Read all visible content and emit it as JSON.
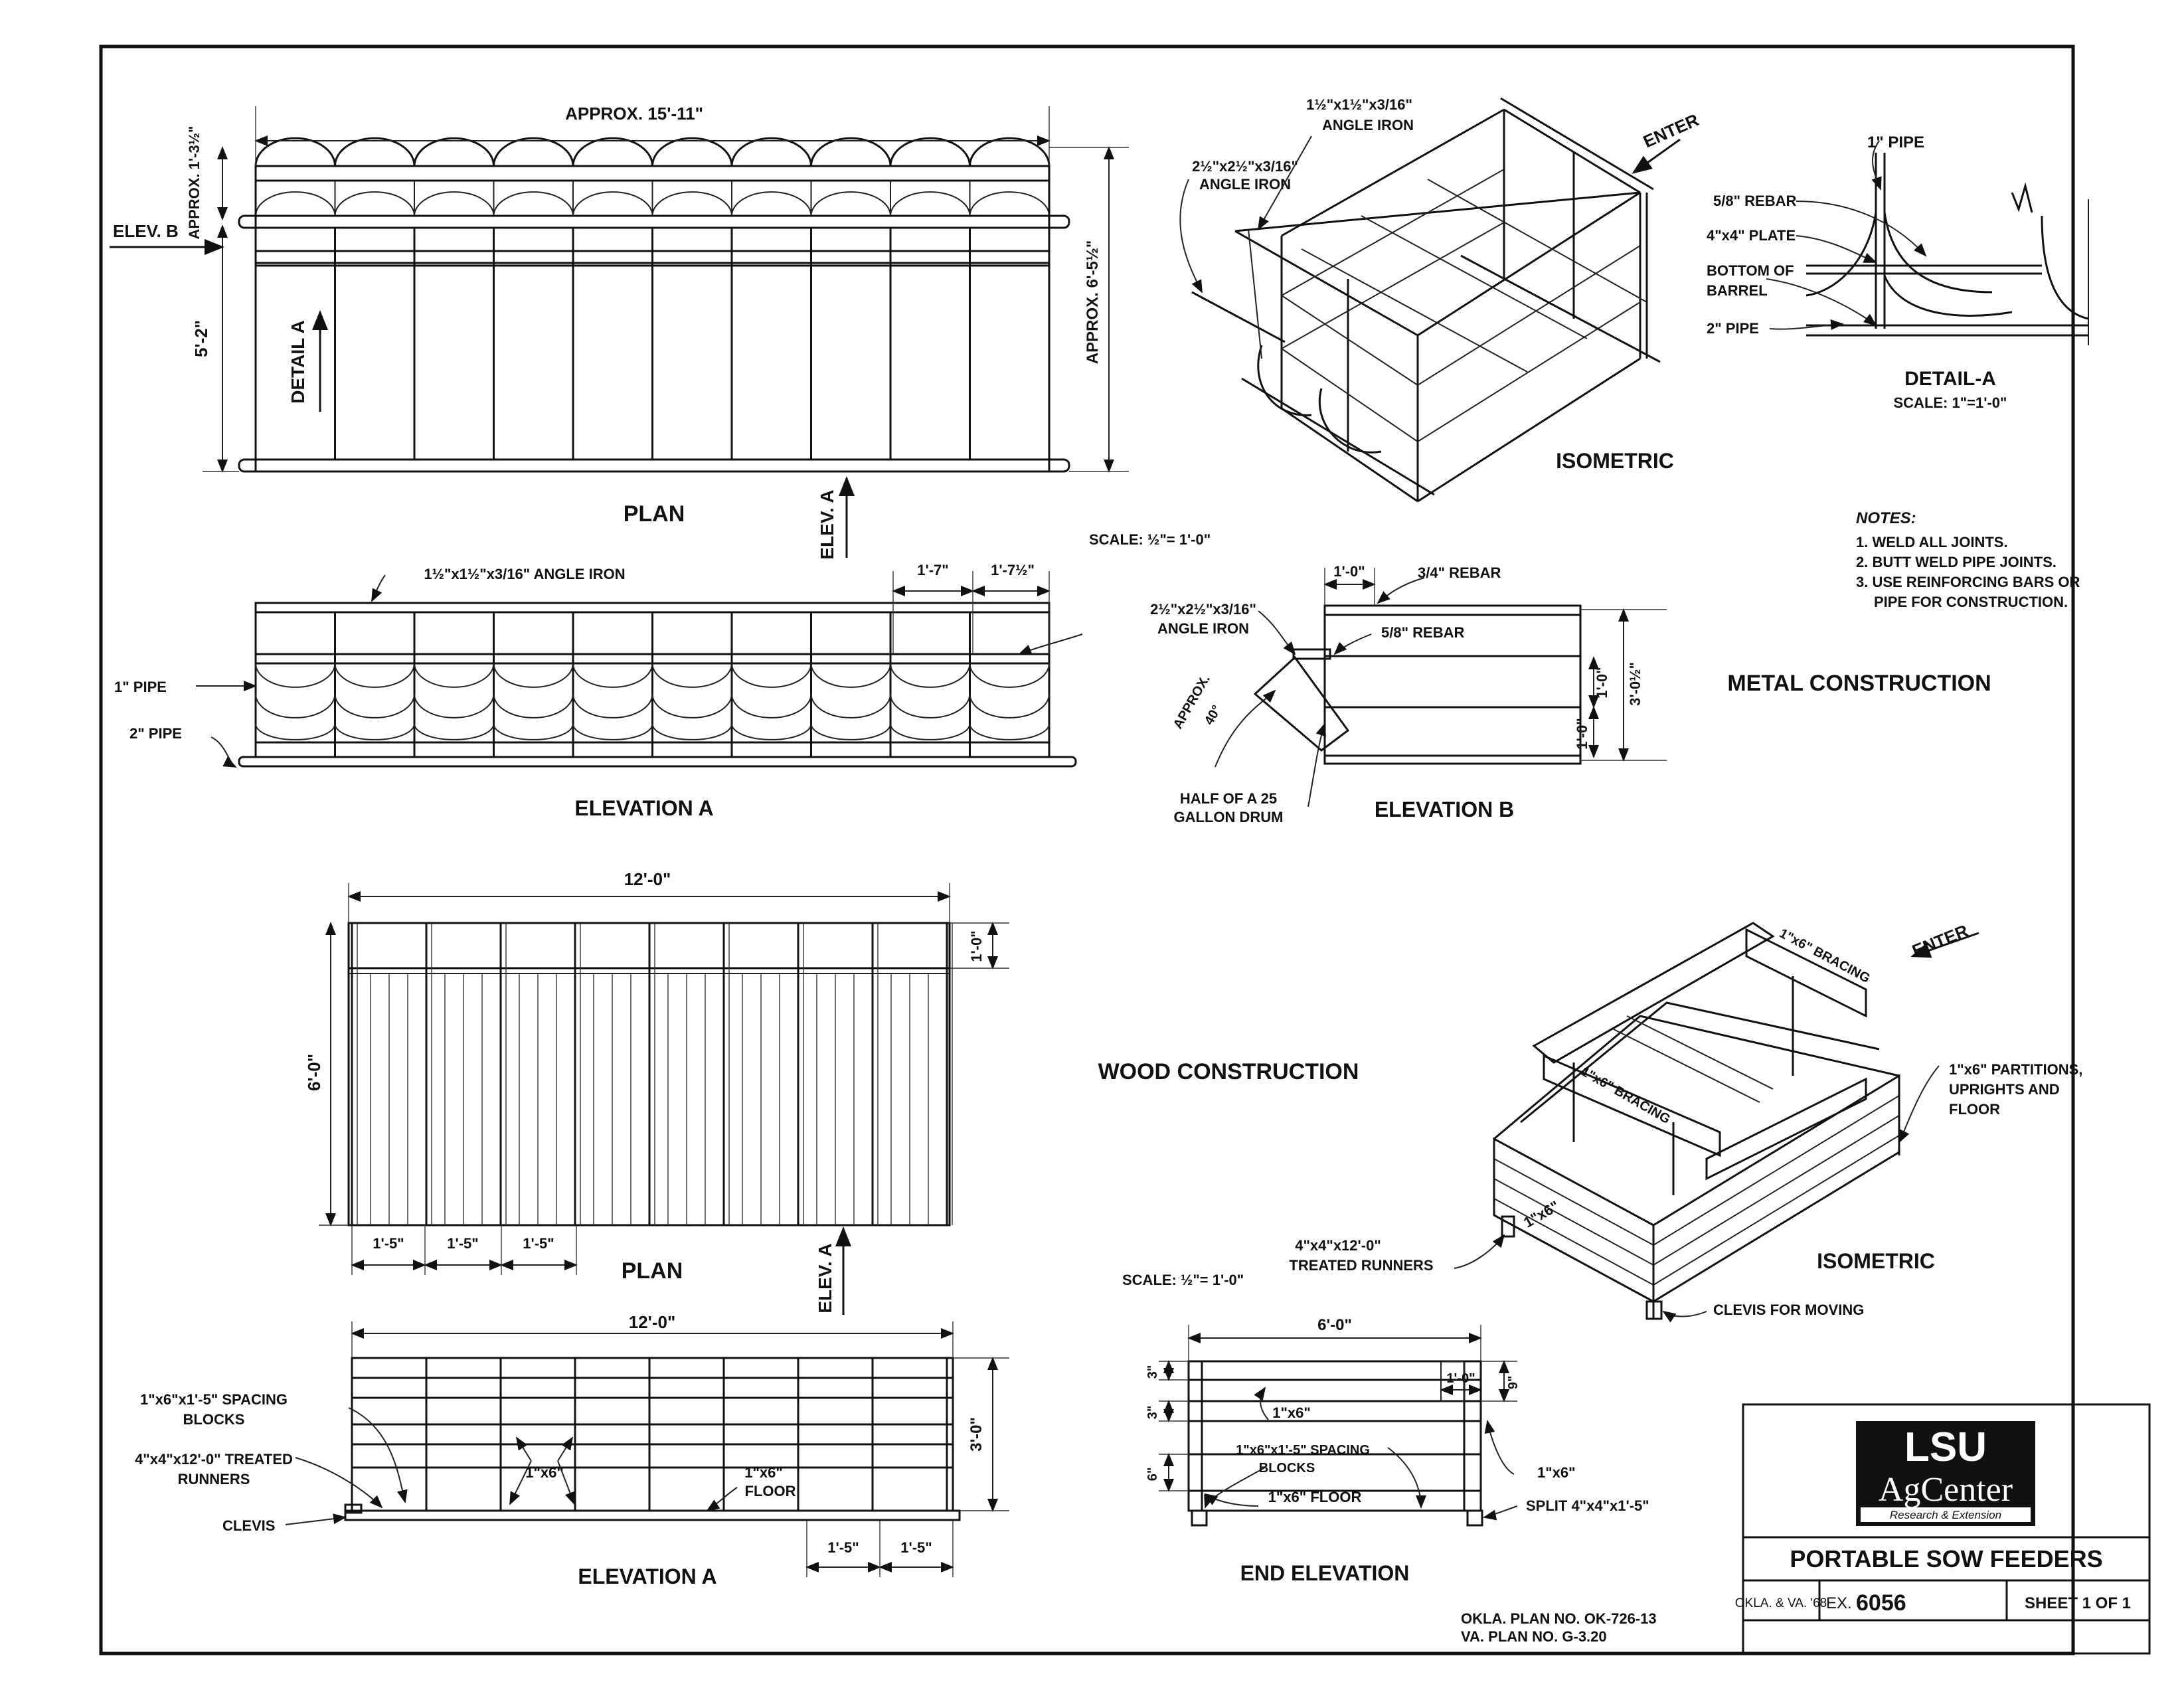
{
  "metal": {
    "plan": {
      "approx_length": "APPROX. 15'-11\"",
      "approx_depth": "APPROX. 1'-3½\"",
      "height": "5'-2\"",
      "approx_width": "APPROX. 6'-5½\"",
      "elev_b": "ELEV. B",
      "detail_a": "DETAIL A",
      "elev_a": "ELEV. A",
      "title": "PLAN"
    },
    "isometric": {
      "angle1": "1½\"x1½\"x3/16\"",
      "angle1_b": "ANGLE IRON",
      "angle2": "2½\"x2½\"x3/16\"",
      "angle2_b": "ANGLE IRON",
      "enter": "ENTER",
      "title": "ISOMETRIC"
    },
    "detail": {
      "pipe1": "1\" PIPE",
      "rebar": "5/8\" REBAR",
      "plate": "4\"x4\" PLATE",
      "bottom1": "BOTTOM OF",
      "bottom2": "BARREL",
      "pipe2": "2\" PIPE",
      "title": "DETAIL-A",
      "scale": "SCALE: 1\"=1'-0\""
    },
    "notes": {
      "heading": "NOTES:",
      "items": [
        "1. WELD ALL JOINTS.",
        "2. BUTT WELD PIPE JOINTS.",
        "3. USE REINFORCING BARS OR",
        "PIPE FOR CONSTRUCTION."
      ]
    },
    "scale": "SCALE: ½\"= 1'-0\"",
    "elev_a": {
      "angle": "1½\"x1½\"x3/16\" ANGLE IRON",
      "dim1": "1'-7\"",
      "dim2": "1'-7½\"",
      "pipe1": "1\" PIPE",
      "pipe2": "2\" PIPE",
      "title": "ELEVATION A"
    },
    "elev_b": {
      "dim1": "1'-0\"",
      "rebar34": "3/4\" REBAR",
      "angle": "2½\"x2½\"x3/16\"",
      "angle_b": "ANGLE IRON",
      "rebar58": "5/8\" REBAR",
      "approx": "APPROX.",
      "deg": "40°",
      "drum1": "HALF OF A 25",
      "drum2": "GALLON DRUM",
      "d_1": "1'-0\"",
      "d_2": "1'-0\"",
      "d_3": "3'-0½\"",
      "title": "ELEVATION B"
    },
    "section_title": "METAL CONSTRUCTION"
  },
  "wood": {
    "plan": {
      "length": "12'-0\"",
      "top": "1'-0\"",
      "width": "6'-0\"",
      "bays": [
        "1'-5\"",
        "1'-5\"",
        "1'-5\""
      ],
      "title": "PLAN",
      "elev_a": "ELEV. A"
    },
    "section_title": "WOOD CONSTRUCTION",
    "isometric": {
      "enter": "ENTER",
      "bracing1": "1\"x6\" BRACING",
      "bracing2": "1\"x6\" BRACING",
      "partitions1": "1\"x6\" PARTITIONS,",
      "partitions2": "UPRIGHTS AND",
      "partitions3": "FLOOR",
      "board": "1\"x6\"",
      "runners1": "4\"x4\"x12'-0\"",
      "runners2": "TREATED RUNNERS",
      "title": "ISOMETRIC",
      "clevis": "CLEVIS FOR MOVING"
    },
    "scale": "SCALE: ½\"= 1'-0\"",
    "elev_a": {
      "length": "12'-0\"",
      "height": "3'-0\"",
      "blocks1": "1\"x6\"x1'-5\" SPACING",
      "blocks2": "BLOCKS",
      "runners1": "4\"x4\"x12'-0\" TREATED",
      "runners2": "RUNNERS",
      "clevis": "CLEVIS",
      "board": "1\"x6\"",
      "floor1": "1\"x6\"",
      "floor2": "FLOOR",
      "bay1": "1'-5\"",
      "bay2": "1'-5\"",
      "title": "ELEVATION A"
    },
    "end_elev": {
      "width": "6'-0\"",
      "d3a": "3\"",
      "d3b": "3\"",
      "d6": "6\"",
      "d10": "1'-0\"",
      "d9": "9\"",
      "board": "1\"x6\"",
      "blocks1": "1\"x6\"x1'-5\" SPACING",
      "blocks2": "BLOCKS",
      "floor": "1\"x6\" FLOOR",
      "side": "1\"x6\"",
      "split": "SPLIT 4\"x4\"x1'-5\"",
      "title": "END ELEVATION"
    }
  },
  "plan_numbers": [
    "OKLA. PLAN NO. OK-726-13",
    "VA. PLAN NO. G-3.20"
  ],
  "title_block": {
    "logo_top": "LSU",
    "logo_mid": "AgCenter",
    "logo_sub": "Research & Extension",
    "title": "PORTABLE SOW FEEDERS",
    "states": "OKLA. & VA. '68",
    "ex_label": "EX.",
    "ex_num": "6056",
    "sheet": "SHEET 1 OF 1"
  }
}
